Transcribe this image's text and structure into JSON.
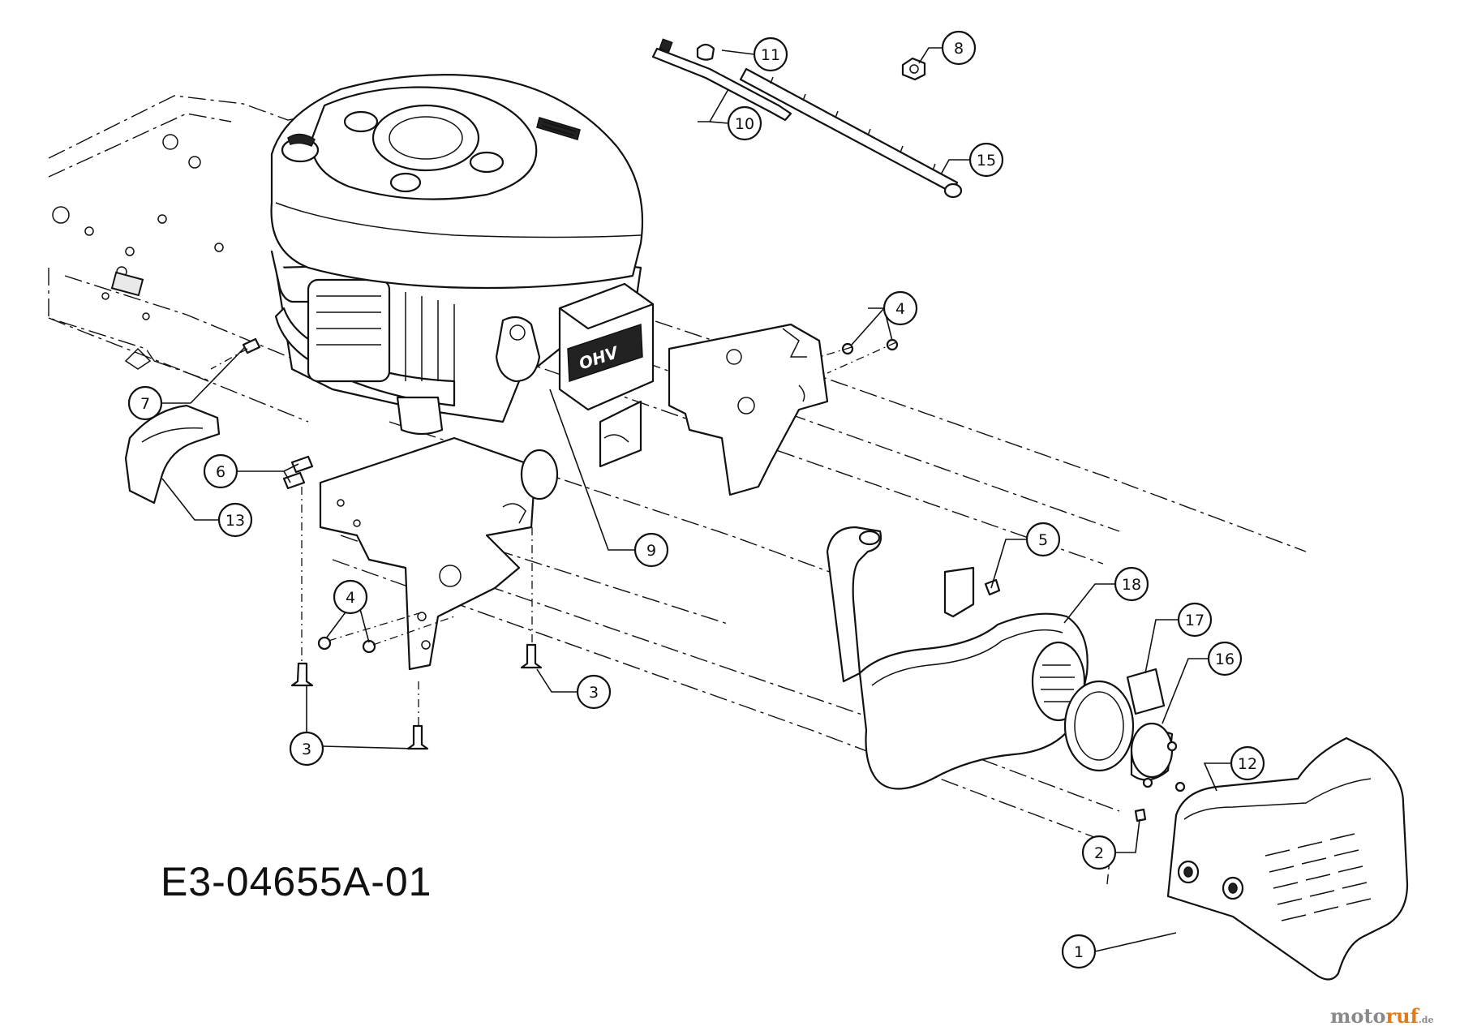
{
  "diagram": {
    "drawing_code": "E3-04655A-01",
    "callouts": [
      {
        "id": "c1",
        "label": "1"
      },
      {
        "id": "c2",
        "label": "2"
      },
      {
        "id": "c3a",
        "label": "3"
      },
      {
        "id": "c3b",
        "label": "3"
      },
      {
        "id": "c4a",
        "label": "4"
      },
      {
        "id": "c4b",
        "label": "4"
      },
      {
        "id": "c5",
        "label": "5"
      },
      {
        "id": "c6",
        "label": "6"
      },
      {
        "id": "c7",
        "label": "7"
      },
      {
        "id": "c8",
        "label": "8"
      },
      {
        "id": "c9",
        "label": "9"
      },
      {
        "id": "c10",
        "label": "10"
      },
      {
        "id": "c11",
        "label": "11"
      },
      {
        "id": "c12",
        "label": "12"
      },
      {
        "id": "c13",
        "label": "13"
      },
      {
        "id": "c15",
        "label": "15"
      },
      {
        "id": "c16",
        "label": "16"
      },
      {
        "id": "c17",
        "label": "17"
      },
      {
        "id": "c18",
        "label": "18"
      }
    ],
    "engine_badge": "OHV",
    "watermark": {
      "part_a": "moto",
      "part_b": "ruf",
      "part_c": ".de"
    }
  }
}
